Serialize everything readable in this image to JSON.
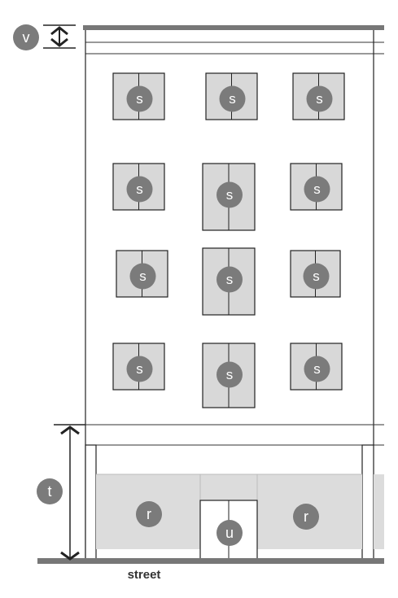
{
  "labels": {
    "v": "v",
    "t": "t",
    "s": "s",
    "r": "r",
    "u": "u",
    "street": "street"
  },
  "colors": {
    "line": "#222222",
    "ground": "#777777",
    "marker": "#7b7b7b",
    "fill": "#dcdcdc",
    "fill_dark": "#d0d0d0"
  }
}
